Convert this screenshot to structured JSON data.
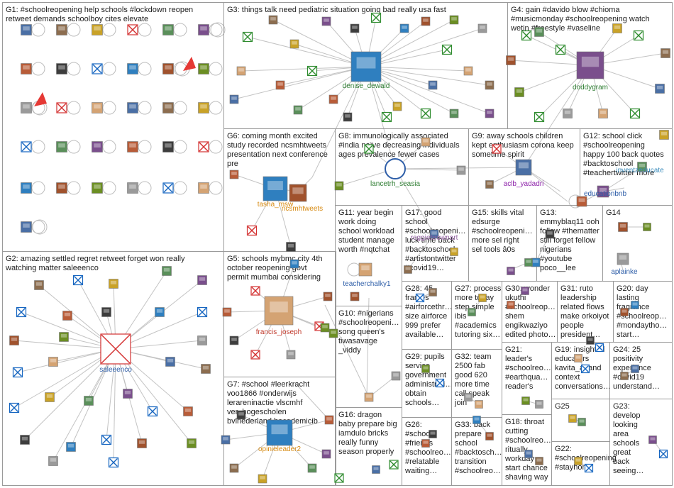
{
  "groups": [
    {
      "id": "G1",
      "lines": [
        "G1: #schoolreopening help schools #lockdown reopen",
        "retweet demands schoolboy cites elevate"
      ]
    },
    {
      "id": "G2",
      "lines": [
        "G2: amazing settled regret retweet forget won really",
        "watching matter saleeenco"
      ]
    },
    {
      "id": "G3",
      "lines": [
        "G3: things talk need pediatric situation going bad really usa fast"
      ]
    },
    {
      "id": "G4",
      "lines": [
        "G4: gain #davido blow #chioma",
        "#musicmonday #schoolreopening watch",
        "wetin #freestyle #vaseline"
      ]
    },
    {
      "id": "G5",
      "lines": [
        "G5: schools mybmc city 4th",
        "october reopening govt",
        "permit mumbai considering"
      ]
    },
    {
      "id": "G6",
      "lines": [
        "G6: coming month excited",
        "study recorded ncsmhtweets",
        "presentation next conference",
        "pre"
      ]
    },
    {
      "id": "G7",
      "lines": [
        "G7: #school #leerkracht",
        "voo1866 #onderwijs",
        "lerareninactie vlscmhf",
        "ver_hogescholen",
        "bvlnederland bacademicib"
      ]
    },
    {
      "id": "G8",
      "lines": [
        "G8: immunologically associated",
        "#india naïve decreasing individuals",
        "ages prevalence fewer cases"
      ]
    },
    {
      "id": "G9",
      "lines": [
        "G9: away schools children",
        "kept enthusiasm corona keep",
        "sometime spirit"
      ]
    },
    {
      "id": "G10",
      "lines": [
        "G10: #nigerians",
        "#schoolreopeni…",
        "song queen's",
        "tiwasavage",
        "_viddy"
      ]
    },
    {
      "id": "G11",
      "lines": [
        "G11: year begin",
        "work doing",
        "school workload",
        "student manage",
        "worth #nqtchat"
      ]
    },
    {
      "id": "G12",
      "lines": [
        "G12: school click",
        "#schoolreopening",
        "happy 100 back quotes",
        "#backtoschool",
        "#teachertwitter more"
      ]
    },
    {
      "id": "G13",
      "lines": [
        "G13:",
        "emmyblaq11 ooh",
        "follow #thematter",
        "still forget fellow",
        "nigerians",
        "#youtube",
        "poco__lee"
      ]
    },
    {
      "id": "G14",
      "lines": [
        "G14"
      ]
    },
    {
      "id": "G15",
      "lines": [
        "G15: skills vital",
        "edsurge",
        "#schoolreopeni…",
        "more sel right",
        "sel tools â0s"
      ]
    },
    {
      "id": "G16",
      "lines": [
        "G16: dragon",
        "baby prepare big",
        "iamdulo bricks",
        "really funny",
        "season properly"
      ]
    },
    {
      "id": "G17",
      "lines": [
        "G17: good",
        "school",
        "#schoolreopeni…",
        "luck time back",
        "#backtoschool",
        "#artistontwitter",
        "#covid19…"
      ]
    },
    {
      "id": "G18",
      "lines": [
        "G18: throat",
        "cutting",
        "#schoolreo…",
        "ritually",
        "workday",
        "start chance",
        "shaving way"
      ]
    },
    {
      "id": "G19",
      "lines": [
        "G19: insightful",
        "educators",
        "kavita_anand",
        "context",
        "conversations…"
      ]
    },
    {
      "id": "G20",
      "lines": [
        "G20: day",
        "lasting",
        "fragrance",
        "#schoolreop…",
        "#mondaytho…",
        "start…"
      ]
    },
    {
      "id": "G21",
      "lines": [
        "G21:",
        "leader's",
        "#schoolreo…",
        "#earthqua…",
        "reader's"
      ]
    },
    {
      "id": "G22",
      "lines": [
        "G22:",
        "#schoolreopening",
        "#stayhome"
      ]
    },
    {
      "id": "G23",
      "lines": [
        "G23:",
        "develop",
        "looking",
        "area",
        "schools",
        "great",
        "back",
        "seeing…"
      ]
    },
    {
      "id": "G24",
      "lines": [
        "G24: 25",
        "positivity",
        "experience",
        "#covid19",
        "understand…"
      ]
    },
    {
      "id": "G25",
      "lines": [
        "G25"
      ]
    },
    {
      "id": "G26",
      "lines": [
        "G26:",
        "#school",
        "#friends",
        "#schoolreo…",
        "#relatable",
        "waiting…"
      ]
    },
    {
      "id": "G27",
      "lines": [
        "G27: process",
        "more today",
        "step simple",
        "ibis",
        "#academics",
        "tutoring six…"
      ]
    },
    {
      "id": "G28",
      "lines": [
        "G28: 45",
        "frames",
        "#airforcethr…",
        "size airforce",
        "999 prefer",
        "available…"
      ]
    },
    {
      "id": "G29",
      "lines": [
        "G29: pupils",
        "service",
        "government",
        "administrati…",
        "obtain",
        "schools…"
      ]
    },
    {
      "id": "G30",
      "lines": [
        "G30: wonder",
        "ukuthi",
        "#schoolreop…",
        "shem",
        "engikwaziyo",
        "edited photo…"
      ]
    },
    {
      "id": "G31",
      "lines": [
        "G31: ruto",
        "leadership",
        "related flows",
        "make orkoiyot",
        "people",
        "president…"
      ]
    },
    {
      "id": "G32",
      "lines": [
        "G32: team",
        "2500 fab",
        "good 620",
        "more time",
        "call speak",
        "join"
      ]
    },
    {
      "id": "G33",
      "lines": [
        "G33: back",
        "prepare",
        "school",
        "#backtosch…",
        "transition",
        "#schoolreo…"
      ]
    }
  ],
  "node_labels": {
    "denise_dewald": "denise_dewald",
    "doddygram": "doddygram",
    "saleeenco": "saleeenco",
    "tasha_msw": "tasha_msw",
    "ncsmhtweets": "ncsmhtweets",
    "lancetrh_seasia": "lancetrh_seasia",
    "aclb_yadadri": "aclb_yadadri",
    "inventzeducate": "inventzeducate",
    "educationbnb": "educationbnb",
    "reggiebrownart": "reggiebrownart",
    "teacherchalky1": "teacherchalky1",
    "francis_joseph": "francis_joseph",
    "opinieleader2": "opinieleader2",
    "aplainke": "aplainke"
  },
  "colors": {
    "edge": "#bdbdbd",
    "group_border": "#9a9a9a",
    "hub_label_green": "#2e7d32",
    "hub_label_red": "#c0392b",
    "hub_label_orange": "#d68910",
    "hub_label_blue": "#2e5ea8",
    "loop_red": "#e53935",
    "x_green": "#2e8b2e",
    "x_red": "#d32f2f",
    "x_blue": "#1565c0"
  }
}
